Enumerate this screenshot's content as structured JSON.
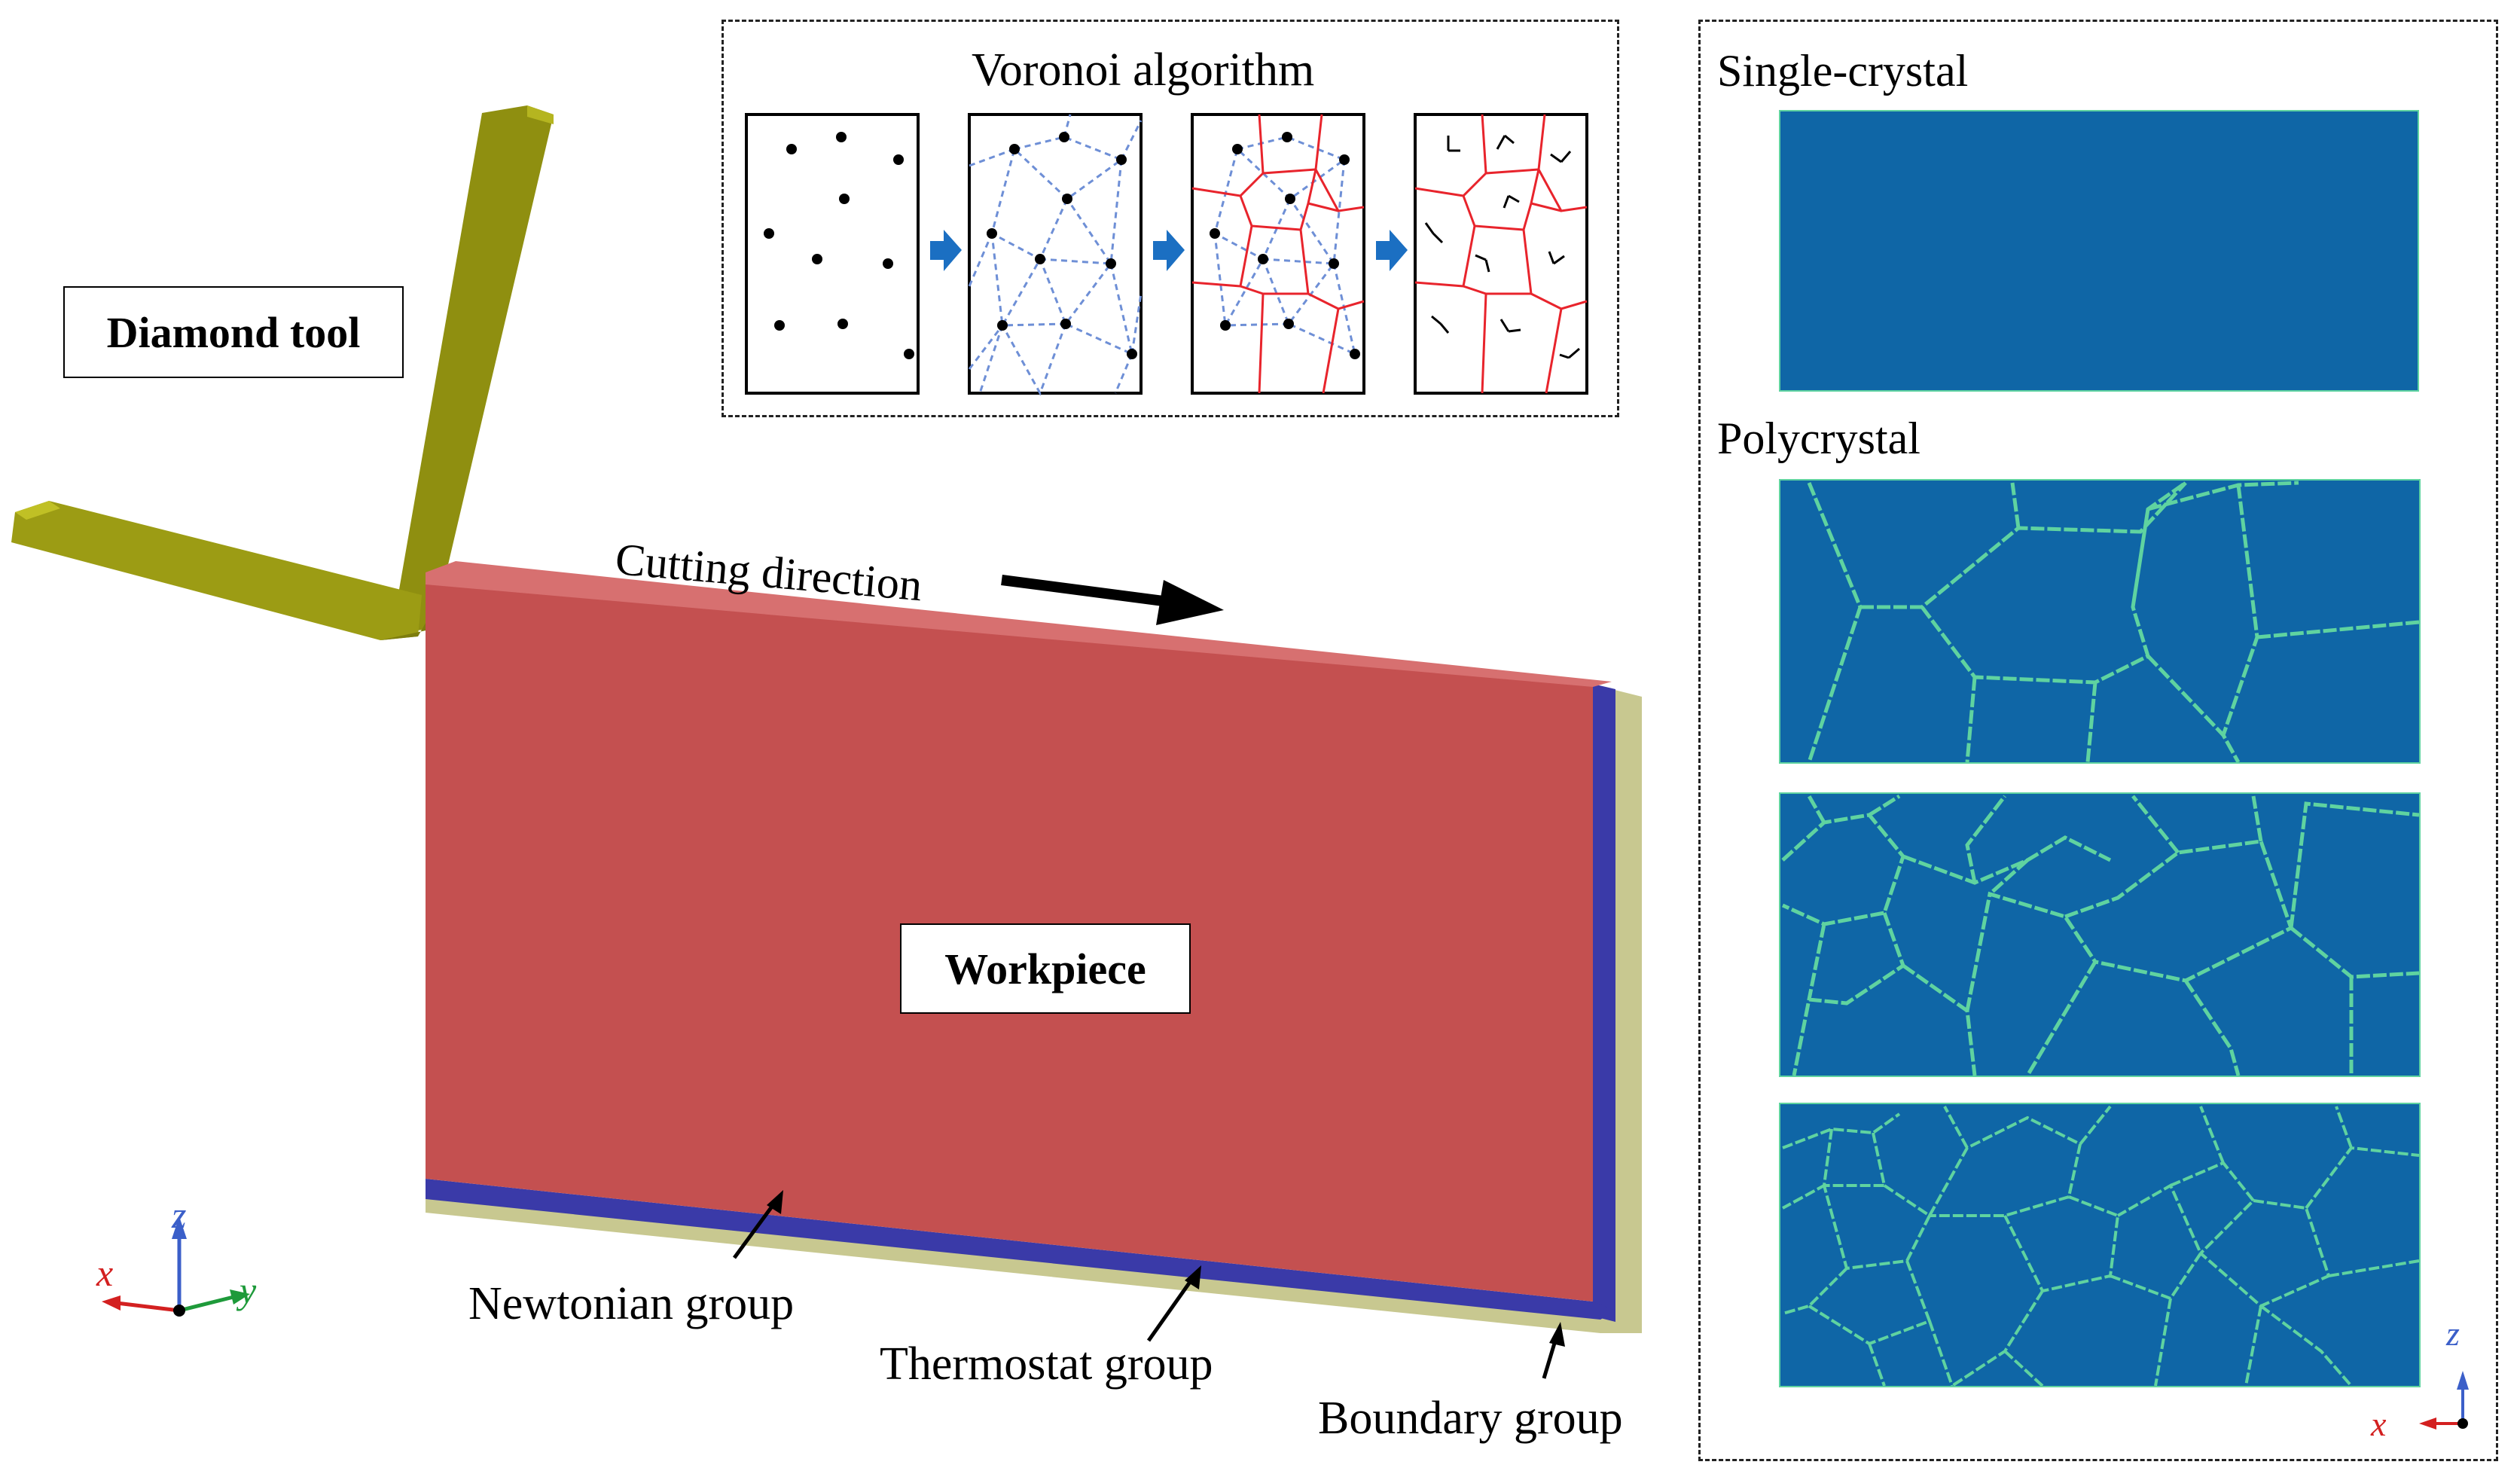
{
  "labels": {
    "diamond_tool": "Diamond tool",
    "workpiece": "Workpiece",
    "cutting_direction": "Cutting direction",
    "newtonian_group": "Newtonian group",
    "thermostat_group": "Thermostat group",
    "boundary_group": "Boundary group"
  },
  "voronoi": {
    "title": "Voronoi algorithm"
  },
  "structures": {
    "single_crystal": "Single-crystal",
    "polycrystal": "Polycrystal"
  },
  "axes_left": {
    "x": "x",
    "y": "y",
    "z": "z"
  },
  "axes_right": {
    "x": "x",
    "z": "z"
  },
  "colors": {
    "tool": "#9c9c14",
    "workpiece_newtonian": "#c45050",
    "thermostat": "#3a3aa8",
    "boundary": "#c8c890",
    "grain": "#0f66a6",
    "grain_boundary": "#5fd3a0",
    "voronoi_edge": "#e8242c",
    "delaunay_edge": "#6e8fd6",
    "step_arrow": "#1b6fc2"
  }
}
